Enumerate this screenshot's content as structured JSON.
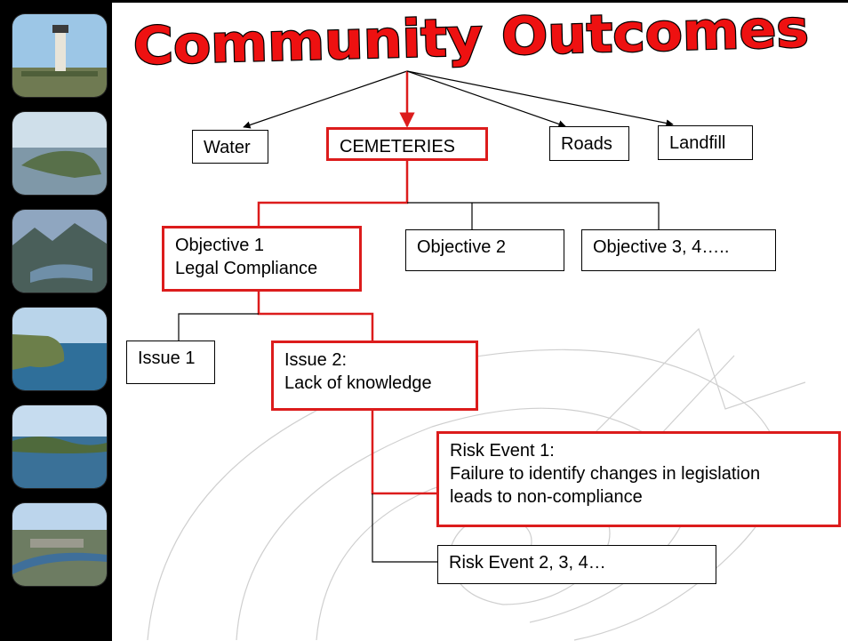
{
  "title": "Community Outcomes",
  "colors": {
    "title": "#ee1111",
    "highlight": "#dc1c1c",
    "line": "#000000"
  },
  "thumbnails": [
    {
      "name": "lighthouse-tower-photo"
    },
    {
      "name": "headland-aerial-photo"
    },
    {
      "name": "mountain-sound-photo"
    },
    {
      "name": "coastal-cliff-photo"
    },
    {
      "name": "lake-bay-photo"
    },
    {
      "name": "river-town-photo"
    }
  ],
  "nodes": {
    "water": "Water",
    "cemeteries": "CEMETERIES",
    "roads": "Roads",
    "landfill": "Landfill",
    "objective1": "Objective 1\nLegal Compliance",
    "objective2": "Objective 2",
    "objective3": "Objective 3, 4…..",
    "issue1": "Issue 1",
    "issue2": "Issue 2:\nLack of knowledge",
    "risk1": "Risk Event 1:\nFailure to identify changes in legislation\nleads to non-compliance",
    "risk2": "Risk Event 2, 3, 4…"
  }
}
